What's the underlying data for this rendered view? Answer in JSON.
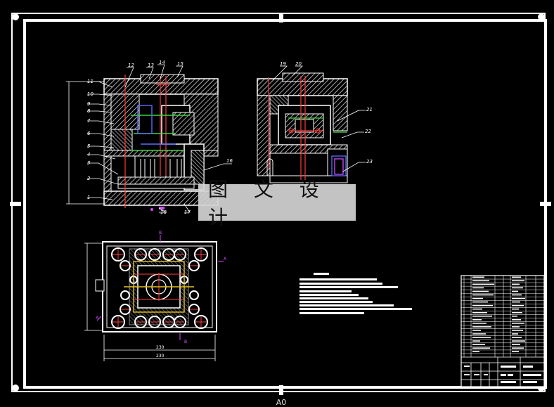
{
  "watermark": {
    "text": "图 文 设 计"
  },
  "sheet": {
    "size_label": "A0"
  },
  "colors": {
    "background": "#000000",
    "line": "#ffffff",
    "hatch": "#bdbdbd",
    "part_red": "#ff3b3b",
    "part_green": "#3cd63c",
    "part_blue": "#5a6cff",
    "part_magenta": "#d34dff",
    "leader": "#ffffff",
    "dimension": "#ffffff"
  },
  "front_view": {
    "part_numbers": [
      "11",
      "10",
      "9",
      "8",
      "7",
      "6",
      "5",
      "4",
      "3",
      "2",
      "1"
    ],
    "top_labels": [
      "12",
      "13",
      "14",
      "15"
    ],
    "right_label": "16",
    "bottom_labels": [
      "18",
      "17"
    ]
  },
  "side_view": {
    "top_labels": [
      "19",
      "20"
    ],
    "right_labels": [
      "21",
      "22",
      "23"
    ]
  },
  "top_view": {
    "section_marks": [
      "B",
      "A",
      "A",
      "B"
    ],
    "dim_bottom_inner": "230",
    "dim_bottom_outer": "230"
  },
  "title_block": {
    "present": true
  }
}
